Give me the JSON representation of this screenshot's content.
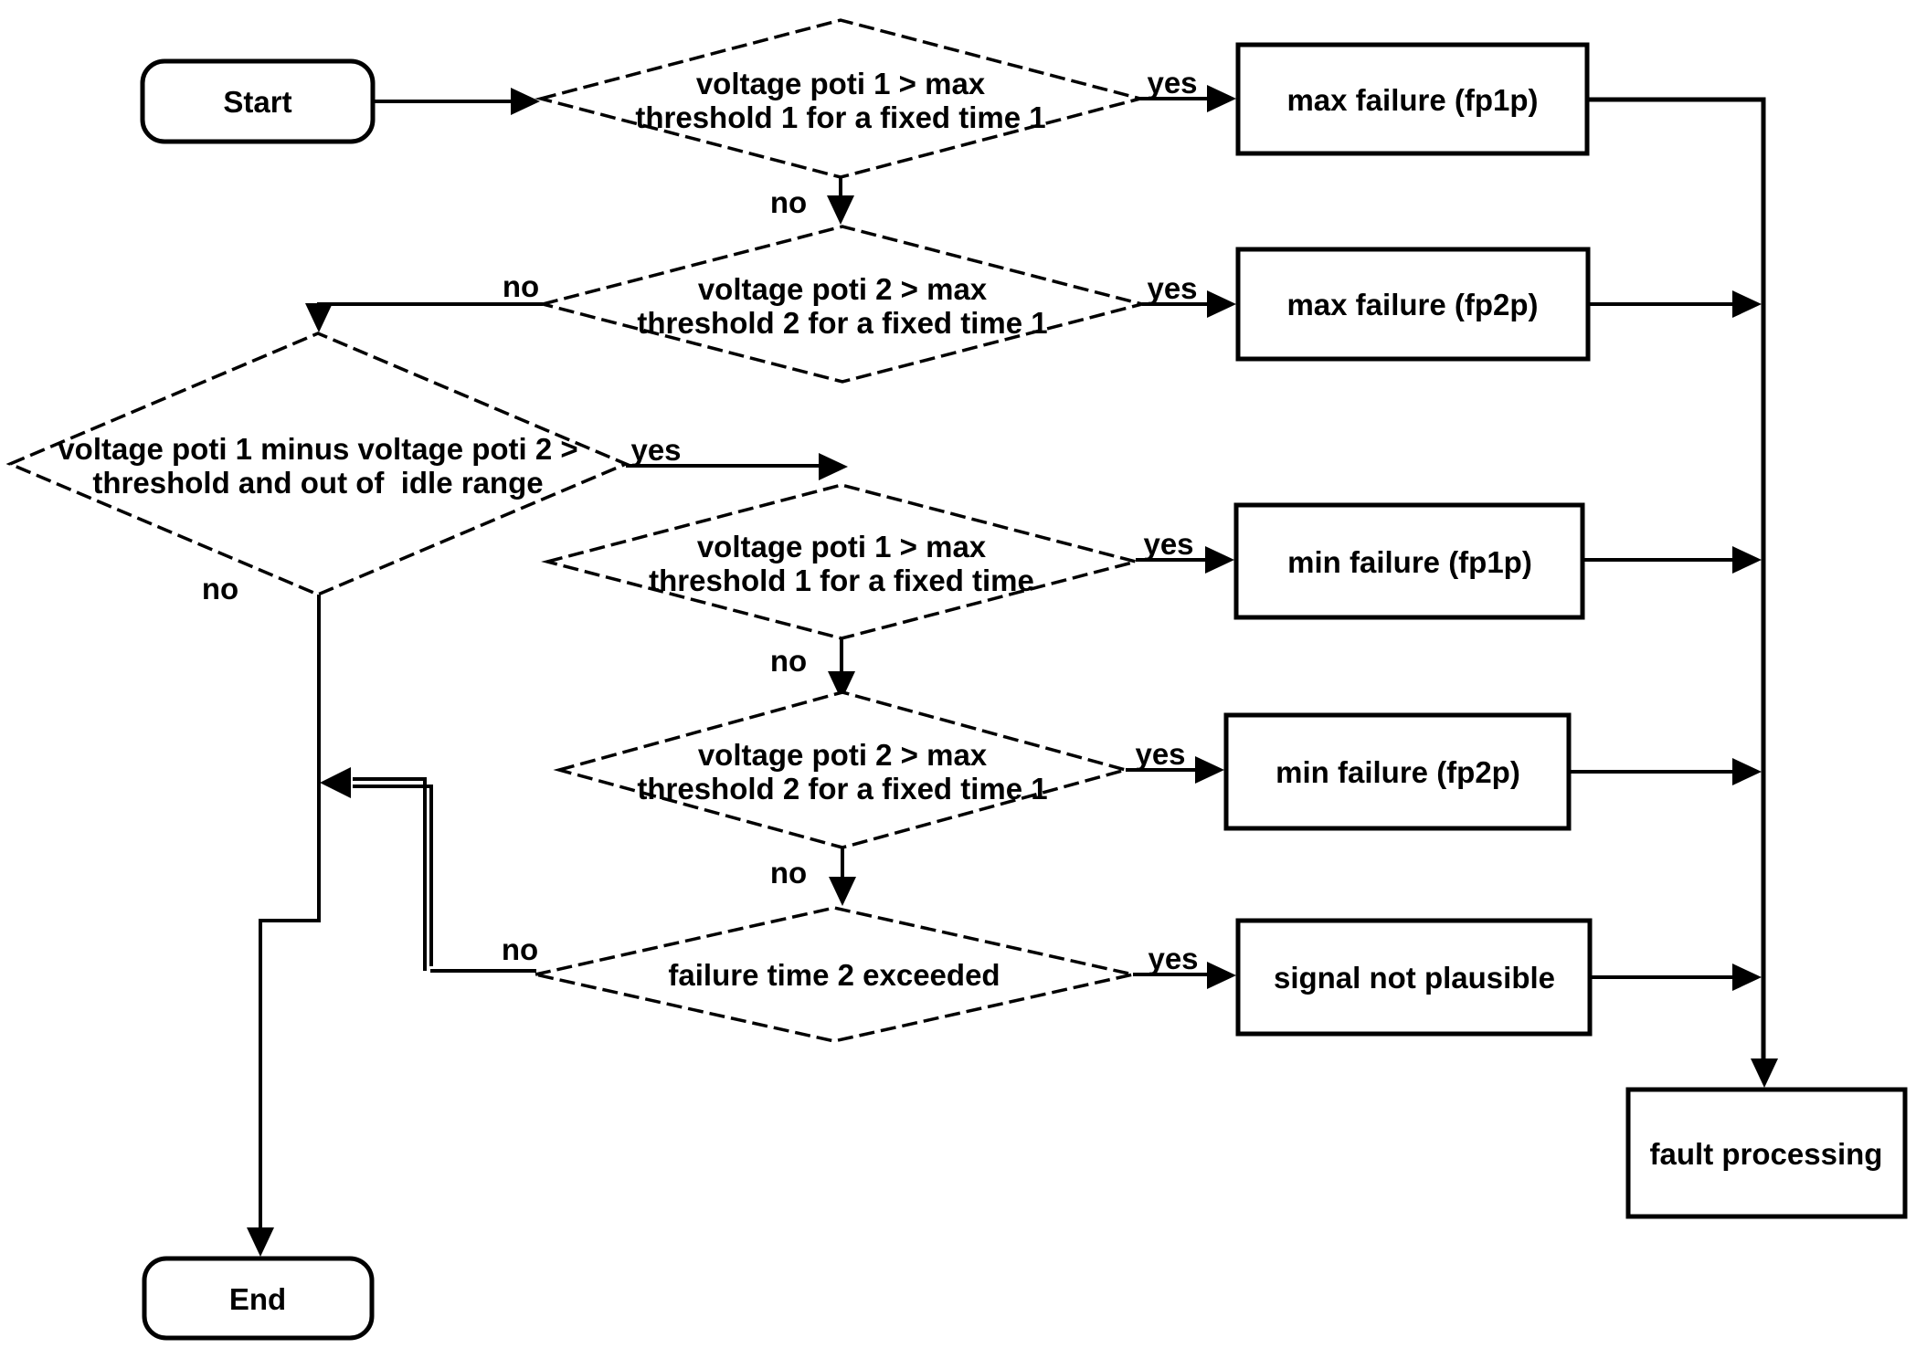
{
  "colors": {
    "background": "#ffffff",
    "ink": "#000000"
  },
  "nodes": {
    "start": {
      "label": "Start"
    },
    "decision1": {
      "line1": "voltage poti 1 > max",
      "line2": "threshold 1 for a fixed time 1"
    },
    "process_max_fp1p": {
      "label": "max failure (fp1p)"
    },
    "decision2": {
      "line1": "voltage poti 2 > max",
      "line2": "threshold 2 for a fixed time 1"
    },
    "process_max_fp2p": {
      "label": "max failure (fp2p)"
    },
    "decision3": {
      "line1": "voltage poti 1 minus voltage poti 2 >",
      "line2": "threshold and out of  idle range"
    },
    "decision4": {
      "line1": "voltage poti 1 > max",
      "line2": "threshold 1 for a fixed time"
    },
    "process_min_fp1p": {
      "label": "min failure (fp1p)"
    },
    "decision5": {
      "line1": "voltage poti 2 > max",
      "line2": "threshold 2 for a fixed time 1"
    },
    "process_min_fp2p": {
      "label": "min failure (fp2p)"
    },
    "decision6": {
      "label": "failure time 2 exceeded"
    },
    "process_signal": {
      "label": "signal not plausible"
    },
    "process_fault": {
      "label": "fault processing"
    },
    "end": {
      "label": "End"
    }
  },
  "labels": {
    "yes1": "yes",
    "yes2": "yes",
    "yes3": "yes",
    "yes4": "yes",
    "yes5": "yes",
    "yes6": "yes",
    "no1": "no",
    "no2": "no",
    "no3": "no",
    "no4": "no",
    "no5": "no",
    "no6": "no"
  }
}
